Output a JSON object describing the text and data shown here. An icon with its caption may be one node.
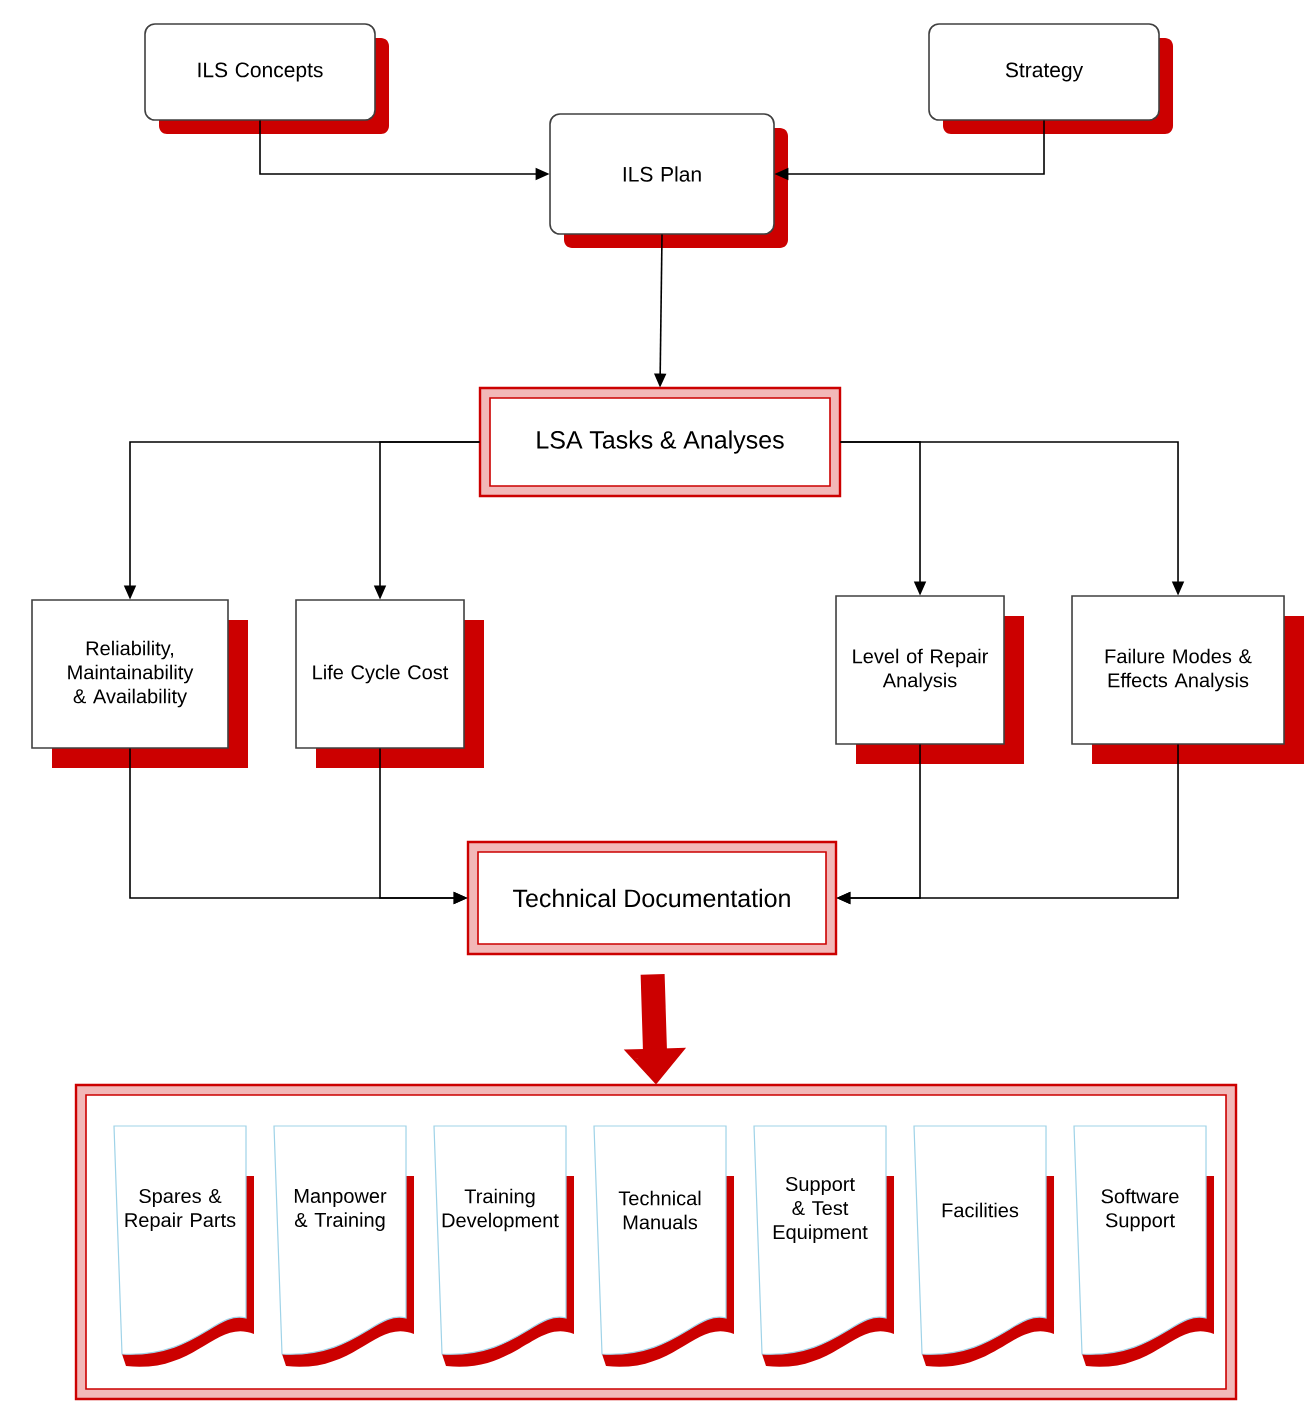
{
  "diagram": {
    "nodes": [
      {
        "text": [
          "ILS Concepts"
        ]
      },
      {
        "text": [
          "Strategy"
        ]
      },
      {
        "text": [
          "ILS Plan"
        ]
      },
      {
        "text": [
          "LSA Tasks & Analyses"
        ]
      },
      {
        "text": [
          "Reliability, Maintainability & Availability"
        ]
      },
      {
        "text": [
          "Life Cycle Cost"
        ]
      },
      {
        "text": [
          "Level of Repair Analysis"
        ]
      },
      {
        "text": [
          "Failure Modes & Effects Analysis"
        ]
      },
      {
        "text": [
          "Technical Documentation"
        ]
      },
      {
        "text": [],
        "shape": "box"
      },
      {
        "text": [
          "Spares & Repair Parts"
        ],
        "in": 9
      },
      {
        "text": [
          "Manpower & Training"
        ],
        "in": 9
      },
      {
        "text": [
          "Training Development"
        ],
        "in": 9
      },
      {
        "text": [
          "Technical Manuals"
        ],
        "in": 9
      },
      {
        "text": [
          "Support & Test Equipment"
        ],
        "in": 9
      },
      {
        "text": [
          "Facilities"
        ],
        "in": 9
      },
      {
        "text": [
          "Software Support"
        ],
        "in": 9
      }
    ],
    "edges": [
      {
        "from": 0,
        "to": 2,
        "arrow": "to"
      },
      {
        "from": 1,
        "to": 2,
        "arrow": "to"
      },
      {
        "from": 2,
        "to": 3,
        "arrow": "to"
      },
      {
        "from": 3,
        "to": 4,
        "arrow": "to"
      },
      {
        "from": 3,
        "to": 5,
        "arrow": "to"
      },
      {
        "from": 3,
        "to": 6,
        "arrow": "to"
      },
      {
        "from": 3,
        "to": 7,
        "arrow": "to"
      },
      {
        "from": 4,
        "to": 8,
        "arrow": "to"
      },
      {
        "from": 5,
        "to": 8,
        "arrow": "to"
      },
      {
        "from": 6,
        "to": 8,
        "arrow": "to"
      },
      {
        "from": 7,
        "to": 8,
        "arrow": "to"
      },
      {
        "from": 8,
        "to": 9,
        "arrow": "to",
        "style": "thick",
        "color": "#cc0000"
      }
    ]
  }
}
